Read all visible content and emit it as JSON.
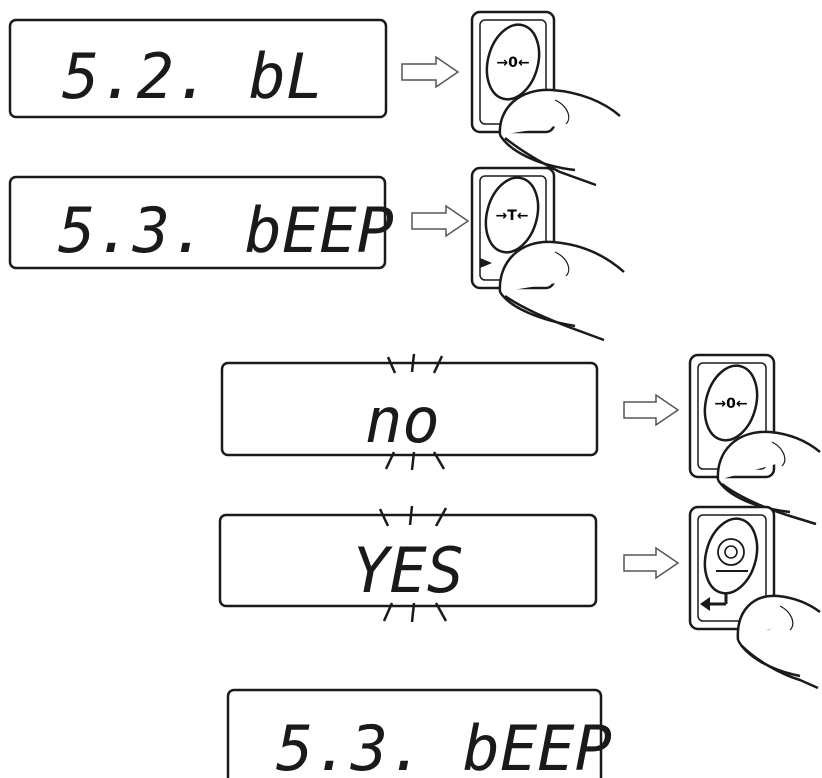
{
  "displays": [
    {
      "id": "d1",
      "text": "5.2. bL"
    },
    {
      "id": "d2",
      "text": "5.3. bEEP"
    },
    {
      "id": "d3",
      "text": "no",
      "blinking": true
    },
    {
      "id": "d4",
      "text": "YES",
      "blinking": true
    },
    {
      "id": "d5",
      "text": "5.3. bEEP"
    }
  ],
  "buttons": [
    {
      "id": "b1",
      "label": "→0←",
      "icon": "zero-button-icon"
    },
    {
      "id": "b2",
      "label": "→T←",
      "icon": "tare-button-icon"
    },
    {
      "id": "b3",
      "label": "→0←",
      "icon": "zero-button-icon"
    },
    {
      "id": "b4",
      "label": "",
      "icon": "print-enter-button-icon"
    }
  ],
  "colors": {
    "ink": "#1a1a1a",
    "arrow_fill": "#ffffff",
    "background": "#ffffff"
  }
}
